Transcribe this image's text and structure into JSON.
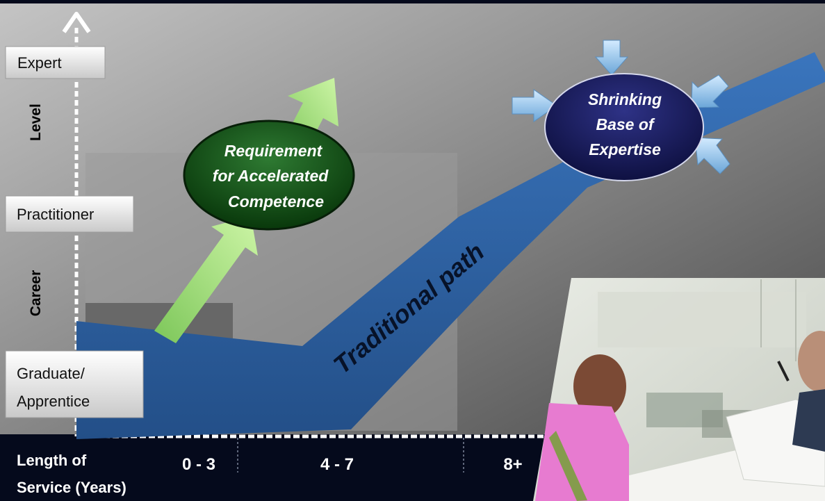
{
  "y_axis": {
    "levels": [
      "Expert",
      "Practitioner",
      "Graduate/",
      "Apprentice"
    ],
    "title_top": "Level",
    "title_bottom": "Career"
  },
  "x_axis": {
    "title_line1": "Length of",
    "title_line2": "Service (Years)",
    "ranges": [
      "0 - 3",
      "4 - 7",
      "8+"
    ]
  },
  "callouts": {
    "accelerated": [
      "Requirement",
      "for Accelerated",
      "Competence"
    ],
    "shrinking": [
      "Shrinking",
      "Base of",
      "Expertise"
    ]
  },
  "path_label": "Traditional path",
  "photo": {
    "description_icon": "office-photo"
  },
  "colors": {
    "background": "#050a1c",
    "traditional_path": "#2d62a3",
    "accelerated_arrow": "#9fdc72",
    "accelerated_ellipse": "#0f4d16",
    "shrinking_ellipse": "#16195c",
    "pressure_arrow": "#8fc2ea"
  }
}
